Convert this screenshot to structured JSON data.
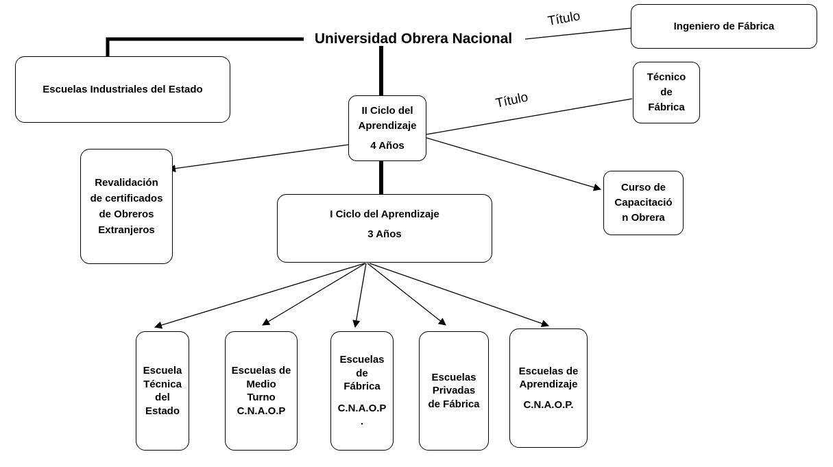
{
  "diagram": {
    "root_title": "Universidad Obrera Nacional",
    "connector_labels": {
      "titulo_top": "Título",
      "titulo_mid": "Título"
    },
    "nodes": {
      "ingeniero_fabrica": {
        "lines": [
          "Ingeniero de Fábrica"
        ]
      },
      "escuelas_industriales": {
        "lines": [
          "Escuelas Industriales del Estado"
        ]
      },
      "tecnico_fabrica": {
        "lines": [
          "Técnico",
          "de",
          "Fábrica"
        ]
      },
      "ii_ciclo": {
        "lines": [
          "II Ciclo del",
          "Aprendizaje"
        ],
        "duration": "4 Años"
      },
      "revalidacion": {
        "lines": [
          "Revalidación",
          "de certificados",
          "de Obreros",
          "Extranjeros"
        ]
      },
      "curso_capacitacion": {
        "lines": [
          "Curso de",
          "Capacitació",
          "n Obrera"
        ]
      },
      "i_ciclo": {
        "lines": [
          "I Ciclo del Aprendizaje"
        ],
        "duration": "3 Años"
      },
      "escuela_tecnica": {
        "lines": [
          "Escuela",
          "Técnica",
          "del",
          "Estado"
        ]
      },
      "escuelas_medio_turno": {
        "lines": [
          "Escuelas de",
          "Medio",
          "Turno",
          "C.N.A.O.P"
        ]
      },
      "escuelas_fabrica": {
        "lines": [
          "Escuelas",
          "de",
          "Fábrica"
        ],
        "org": [
          "C.N.A.O.P",
          "."
        ]
      },
      "escuelas_privadas": {
        "lines": [
          "Escuelas",
          "Privadas",
          "de Fábrica"
        ]
      },
      "escuelas_aprendizaje": {
        "lines": [
          "Escuelas de",
          "Aprendizaje"
        ],
        "org": [
          "C.N.A.O.P."
        ]
      }
    },
    "colors": {
      "line": "#000000",
      "box_border": "#000000",
      "text": "#000000",
      "background": "#ffffff"
    }
  }
}
